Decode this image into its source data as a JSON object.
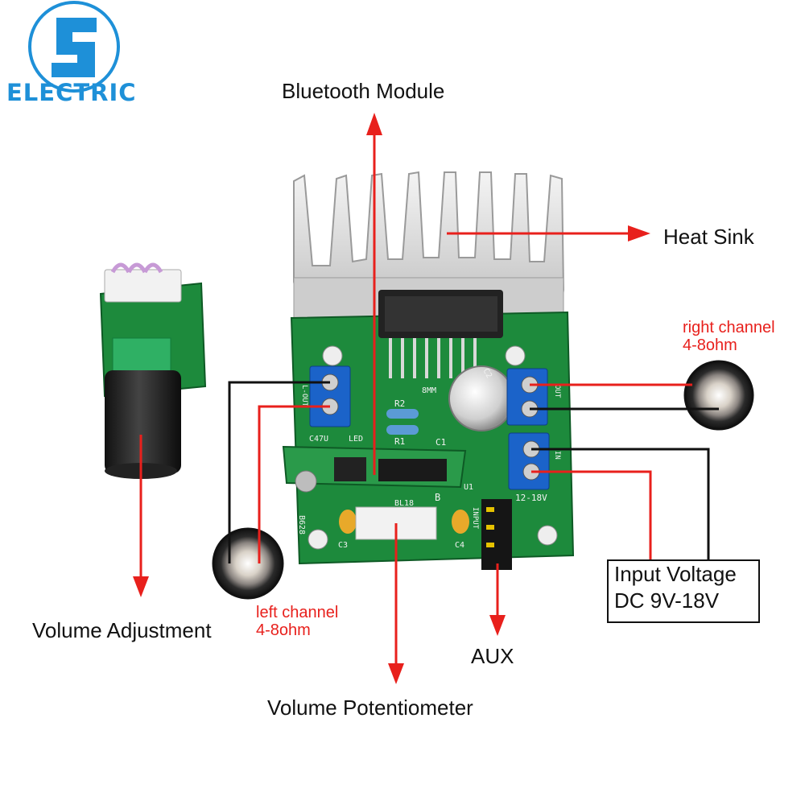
{
  "logo": {
    "text": "ELECTRIC",
    "color": "#1e90d8"
  },
  "labels": {
    "bluetooth_module": "Bluetooth Module",
    "heat_sink": "Heat Sink",
    "volume_adjustment": "Volume Adjustment",
    "volume_potentiometer": "Volume Potentiometer",
    "aux": "AUX",
    "right_channel": "right channel",
    "right_channel_impedance": "4-8ohm",
    "left_channel": "left channel",
    "left_channel_impedance": "4-8ohm",
    "input_voltage_line1": "Input Voltage",
    "input_voltage_line2": "DC 9V-18V"
  },
  "board_markings": {
    "r1": "R1",
    "r2": "R2",
    "c1": "C1",
    "c2": "C2",
    "c3": "C3",
    "c4": "C4",
    "u1": "U1",
    "led": "LED",
    "c47u": "C47U",
    "eight_mm": "8MM",
    "b": "B",
    "bl18": "BL18",
    "b628": "B628",
    "input_12_18v": "12-18V",
    "out": "OUT",
    "in": "IN",
    "input": "INPUT",
    "l_out": "L-OUT"
  },
  "colors": {
    "arrow": "#e8201c",
    "wire_black": "#111111",
    "pcb": "#1d8a3c",
    "terminal": "#1b63c9"
  }
}
